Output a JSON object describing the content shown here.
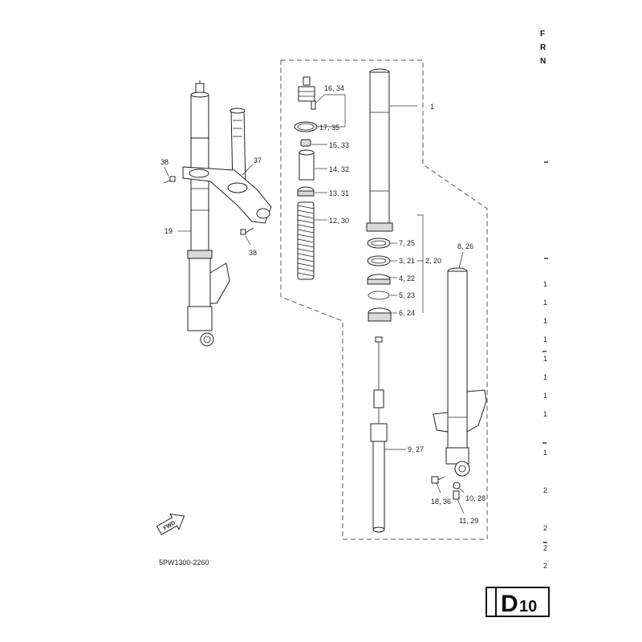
{
  "diagram": {
    "code": "5PW1300-2260",
    "fwd_label": "FWD",
    "page_badge": {
      "letter": "D",
      "number": "10"
    },
    "callouts": {
      "c1": "1",
      "c2_20": "2, 20",
      "c3_21": "3, 21",
      "c4_22": "4, 22",
      "c5_23": "5, 23",
      "c6_24": "6, 24",
      "c7_25": "7, 25",
      "c8_26": "8, 26",
      "c9_27": "9, 27",
      "c10_28": "10, 28",
      "c11_29": "11, 29",
      "c12_30": "12, 30",
      "c13_31": "13, 31",
      "c14_32": "14, 32",
      "c15_33": "15, 33",
      "c16_34": "16, 34",
      "c17_35": "17, 35",
      "c18_36": "18, 36",
      "c19": "19",
      "c37": "37",
      "c38_top": "38",
      "c38_bottom": "38"
    },
    "right_edge_header": [
      "F",
      "R",
      "N"
    ],
    "right_edge_numbers": [
      "1",
      "1",
      "1",
      "1",
      "1",
      "1",
      "1",
      "1",
      "1",
      "2",
      "2",
      "2",
      "2"
    ]
  }
}
